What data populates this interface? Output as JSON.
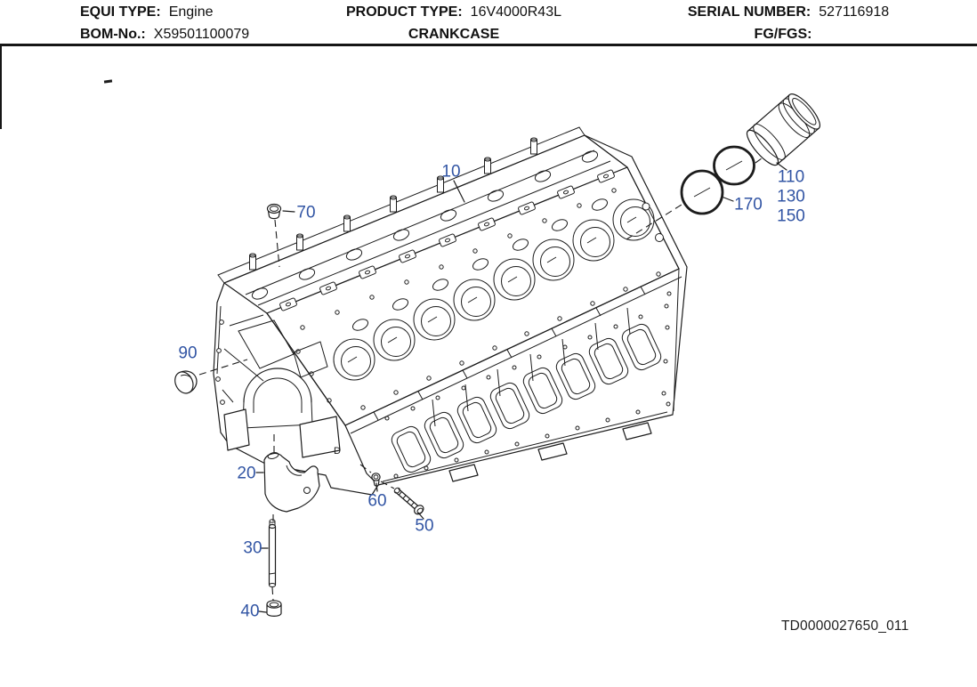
{
  "header": {
    "equi_type_label": "EQUI TYPE:",
    "equi_type_value": "Engine",
    "bom_no_label": "BOM-No.:",
    "bom_no_value": "X59501100079",
    "product_type_label": "PRODUCT TYPE:",
    "product_type_value": "16V4000R43L",
    "product_name": "CRANKCASE",
    "serial_number_label": "SERIAL NUMBER:",
    "serial_number_value": "527116918",
    "fg_fgs_label": "FG/FGS:"
  },
  "diagram": {
    "callouts": {
      "c10": "10",
      "c20": "20",
      "c30": "30",
      "c40": "40",
      "c50": "50",
      "c60": "60",
      "c70": "70",
      "c90": "90",
      "c110": "110",
      "c130": "130",
      "c150": "150",
      "c170": "170"
    },
    "block_marking": "D",
    "doc_number": "TD0000027650_011",
    "callout_color": "#3255a4"
  }
}
